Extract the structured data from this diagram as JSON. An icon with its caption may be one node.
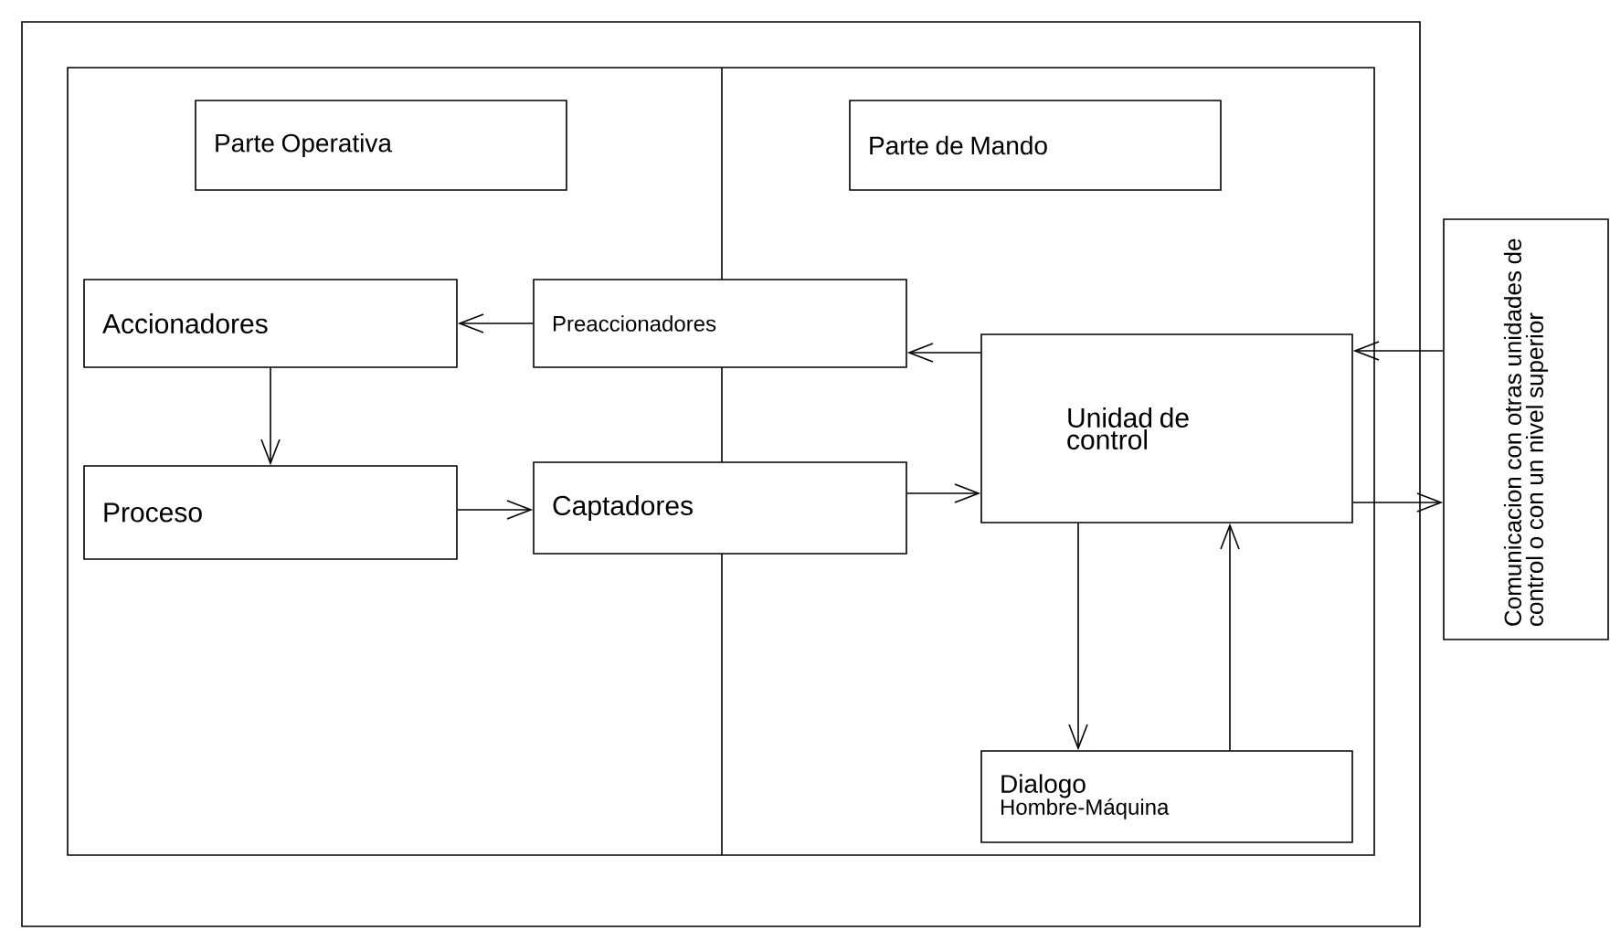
{
  "diagram": {
    "nodes": [
      {
        "text": [
          "Parte Operativa"
        ]
      },
      {
        "text": [
          "Parte de Mando"
        ]
      },
      {
        "text": [
          "Accionadores"
        ]
      },
      {
        "text": [
          "Preaccionadores"
        ]
      },
      {
        "text": [
          "Unidad de control"
        ]
      },
      {
        "text": [
          "Proceso"
        ]
      },
      {
        "text": [
          "Captadores"
        ]
      },
      {
        "text": [
          "Dialogo",
          "Hombre-Máquina"
        ]
      },
      {
        "text": [
          "Comunicacion con otras unidades de control o con un nivel superior"
        ]
      }
    ],
    "edges": [
      {
        "from": 3,
        "to": 2,
        "arrow": "to"
      },
      {
        "from": 4,
        "to": 3,
        "arrow": "to"
      },
      {
        "from": 2,
        "to": 5,
        "arrow": "to"
      },
      {
        "from": 5,
        "to": 6,
        "arrow": "to"
      },
      {
        "from": 6,
        "to": 4,
        "arrow": "to"
      },
      {
        "from": 8,
        "to": 4,
        "arrow": "to"
      },
      {
        "from": 4,
        "to": 8,
        "arrow": "to"
      },
      {
        "from": 4,
        "to": 7,
        "arrow": "to"
      },
      {
        "from": 7,
        "to": 4,
        "arrow": "to"
      }
    ]
  }
}
